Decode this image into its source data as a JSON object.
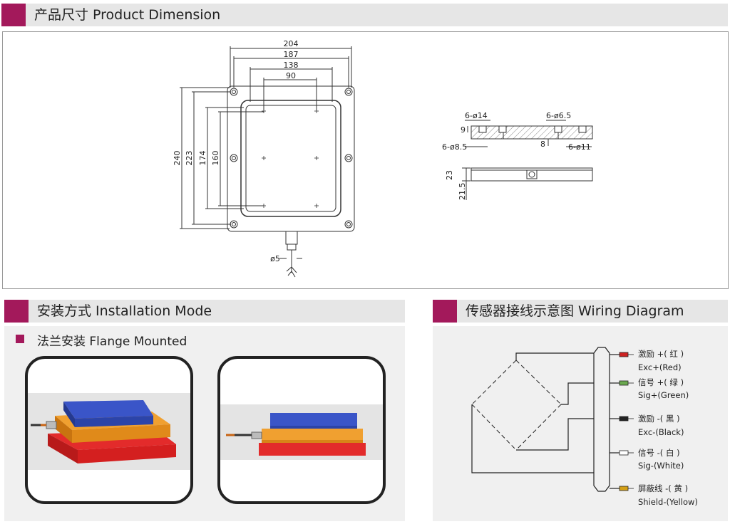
{
  "colors": {
    "accent": "#a3195b",
    "header_bg": "#e6e6e6",
    "panel_bg": "#f0f0f0"
  },
  "sections": {
    "product_dimension": "产品尺寸 Product Dimension",
    "installation_mode": "安装方式 Installation Mode",
    "wiring_diagram": "传感器接线示意图 Wiring Diagram"
  },
  "installation": {
    "mount_label": "法兰安装 Flange Mounted"
  },
  "dimensions": {
    "top_view": {
      "width_labels": [
        "204",
        "187",
        "138",
        "90"
      ],
      "height_labels": [
        "240",
        "223",
        "174",
        "160"
      ],
      "cable_label": "ø5"
    },
    "side_view": {
      "hole_a": "6-ø14",
      "hole_b": "6-ø6.5",
      "hole_c": "6-ø8.5",
      "hole_d": "6-ø11",
      "depth_9": "9",
      "depth_8": "8",
      "height_23": "23",
      "height_21_5": "21.5"
    }
  },
  "wiring": {
    "wires": [
      {
        "cn": "激励 +( 红 )",
        "en": "Exc+(Red)",
        "color": "#cc2222"
      },
      {
        "cn": "信号 +( 绿 )",
        "en": "Sig+(Green)",
        "color": "#6aa84f"
      },
      {
        "cn": "激励 -( 黑 )",
        "en": "Exc-(Black)",
        "color": "#222222"
      },
      {
        "cn": "信号 -( 白 )",
        "en": "Sig-(White)",
        "color": "#ffffff"
      },
      {
        "cn": "屏蔽线 -( 黄 )",
        "en": "Shield-(Yellow)",
        "color": "#d4a017"
      }
    ]
  }
}
